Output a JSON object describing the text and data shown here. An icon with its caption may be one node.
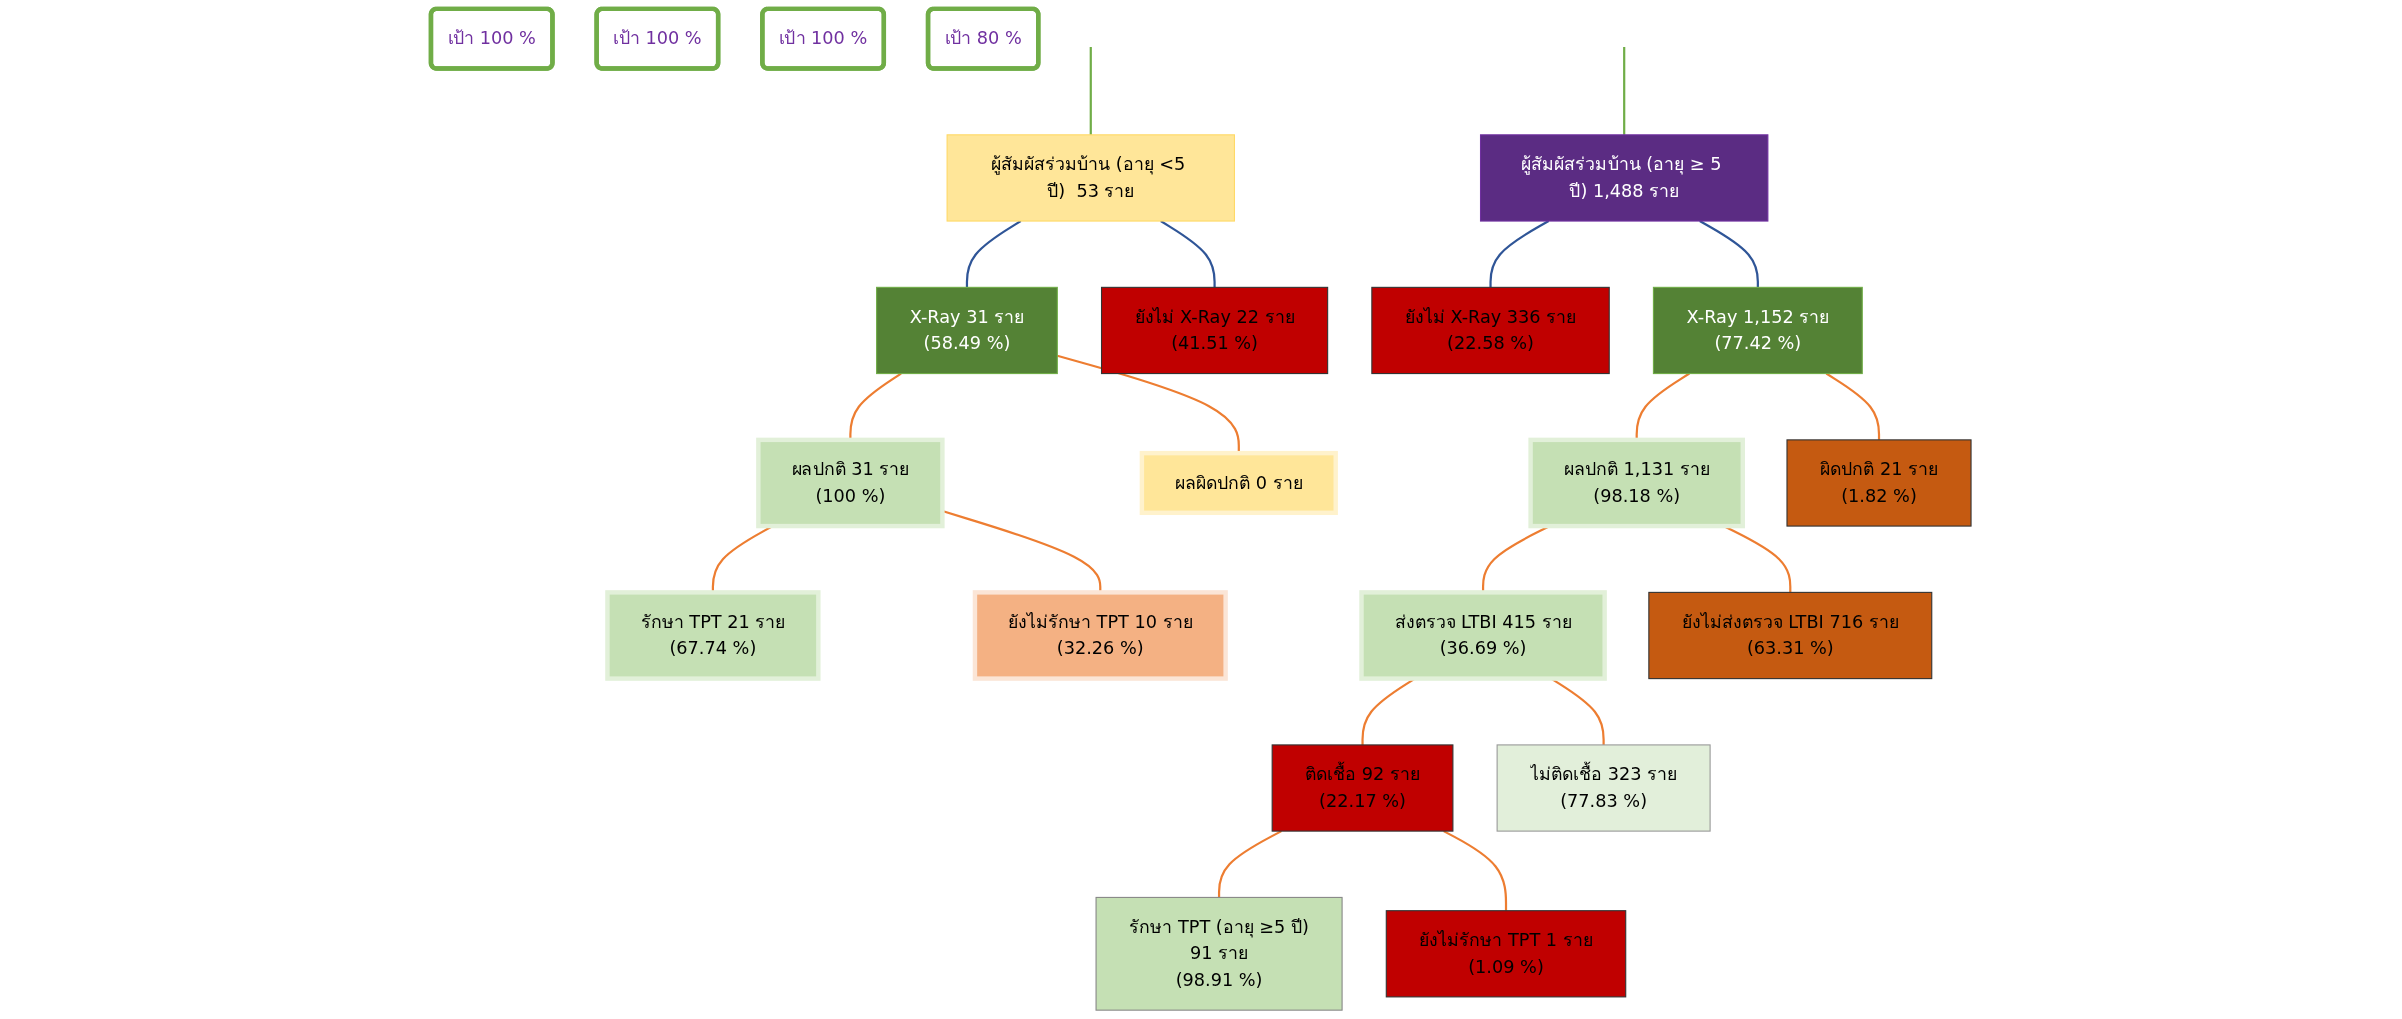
{
  "diagram": {
    "nodes": [
      {
        "text": [
          "ผู้สัมผัสร่วมบ้าน (อายุ <5 ปี)  53 ราย"
        ]
      },
      {
        "text": [
          "ผู้สัมผัสร่วมบ้าน (อายุ ≥ 5 ปี) 1,488 ราย"
        ]
      },
      {
        "text": [
          "เป้า 100 %"
        ]
      },
      {
        "text": [
          "X-Ray 31 ราย",
          "(58.49 %)"
        ]
      },
      {
        "text": [
          "ยังไม่ X-Ray 22 ราย",
          "(41.51 %)"
        ]
      },
      {
        "text": [
          "ยังไม่ X-Ray 336 ราย",
          "(22.58 %)"
        ]
      },
      {
        "text": [
          "X-Ray 1,152 ราย",
          "(77.42 %)"
        ]
      },
      {
        "text": [
          "ผลปกติ  31 ราย",
          "(100 %)"
        ]
      },
      {
        "text": [
          "ผลผิดปกติ  0 ราย"
        ]
      },
      {
        "text": [
          "ผลปกติ  1,131 ราย",
          "(98.18 %)"
        ]
      },
      {
        "text": [
          "ผิดปกติ 21 ราย",
          "(1.82 %)"
        ]
      },
      {
        "text": [
          "เป้า 100 %"
        ]
      },
      {
        "text": [
          "ส่งตรวจ LTBI 415 ราย",
          "(36.69 %)"
        ]
      },
      {
        "text": [
          "ยังไม่ส่งตรวจ LTBI 716 ราย",
          "(63.31 %)"
        ]
      },
      {
        "text": [
          "รักษา TPT 21 ราย",
          "(67.74 %)"
        ]
      },
      {
        "text": [
          "ติดเชื้อ 92 ราย",
          "(22.17 %)"
        ]
      },
      {
        "text": [
          "ไม่ติดเชื้อ 323 ราย",
          "(77.83 %)"
        ]
      },
      {
        "text": [
          "ยังไม่รักษา TPT 10 ราย",
          "(32.26 %)"
        ]
      },
      {
        "text": [
          "เป้า 100 %"
        ]
      },
      {
        "text": [
          "เป้า 80 %"
        ]
      },
      {
        "text": [
          "รักษา TPT (อายุ ≥5 ปี)",
          "91 ราย",
          "(98.91 %)"
        ]
      },
      {
        "text": [
          "ยังไม่รักษา TPT  1 ราย",
          "(1.09 %)"
        ]
      }
    ],
    "edges": [
      {
        "from": null,
        "to": 0,
        "arrow": "none",
        "color": "#70ad47"
      },
      {
        "from": null,
        "to": 1,
        "arrow": "none",
        "color": "#70ad47"
      },
      {
        "from": 0,
        "to": 3,
        "arrow": "none",
        "color": "#2f5597"
      },
      {
        "from": 0,
        "to": 4,
        "arrow": "none",
        "color": "#2f5597"
      },
      {
        "from": 1,
        "to": 5,
        "arrow": "none",
        "color": "#2f5597"
      },
      {
        "from": 1,
        "to": 6,
        "arrow": "none",
        "color": "#2f5597"
      },
      {
        "from": 3,
        "to": 7,
        "arrow": "none"
      },
      {
        "from": 3,
        "to": 8,
        "arrow": "none"
      },
      {
        "from": 6,
        "to": 9,
        "arrow": "none"
      },
      {
        "from": 6,
        "to": 10,
        "arrow": "none"
      },
      {
        "from": 9,
        "to": 12,
        "arrow": "none"
      },
      {
        "from": 9,
        "to": 13,
        "arrow": "none"
      },
      {
        "from": 7,
        "to": 14,
        "arrow": "none"
      },
      {
        "from": 7,
        "to": 17,
        "arrow": "none"
      },
      {
        "from": 12,
        "to": 15,
        "arrow": "none"
      },
      {
        "from": 12,
        "to": 16,
        "arrow": "none"
      },
      {
        "from": 15,
        "to": 20,
        "arrow": "none"
      },
      {
        "from": 15,
        "to": 21,
        "arrow": "none"
      }
    ]
  }
}
